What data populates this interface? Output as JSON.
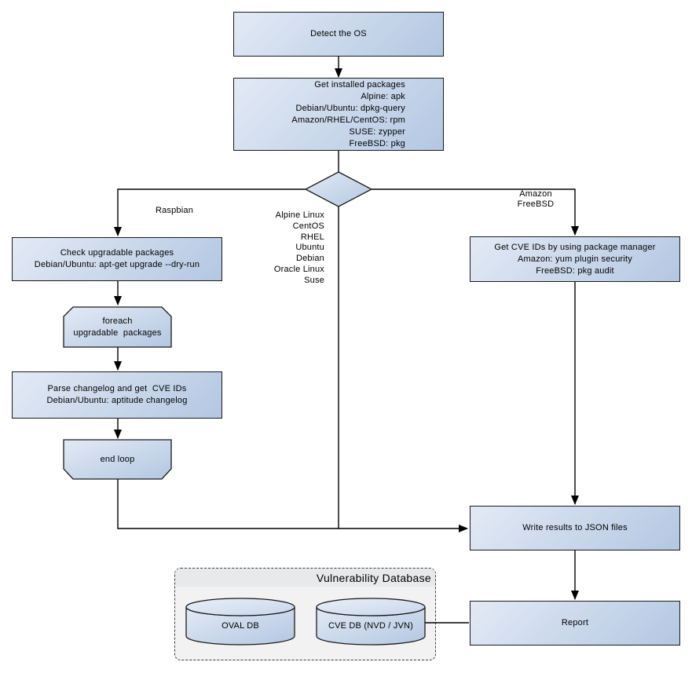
{
  "nodes": {
    "detect_os": {
      "label": "Detect the OS"
    },
    "get_installed_packages": {
      "label": "Get installed packages\nAlpine: apk\nDebian/Ubuntu: dpkg-query\nAmazon/RHEL/CentOS: rpm\nSUSE: zypper\nFreeBSD: pkg"
    },
    "check_upgradable": {
      "label": "Check upgradable packages\nDebian/Ubuntu: apt-get upgrade --dry-run"
    },
    "foreach_loop": {
      "label": "foreach\nupgradable  packages"
    },
    "parse_changelog": {
      "label": "Parse changelog and get  CVE IDs\nDebian/Ubuntu: aptitude changelog"
    },
    "end_loop": {
      "label": "end loop"
    },
    "get_cve_ids": {
      "label": "Get CVE IDs by using package manager\nAmazon: yum plugin security\nFreeBSD: pkg audit"
    },
    "write_results": {
      "label": "Write results to JSON files"
    },
    "report": {
      "label": "Report"
    },
    "oval_db": {
      "label": "OVAL DB"
    },
    "cve_db": {
      "label": "CVE DB (NVD / JVN)"
    }
  },
  "edge_labels": {
    "raspbian": "Raspbian",
    "os_list": "Alpine Linux\nCentOS\nRHEL\nUbuntu\nDebian\nOracle Linux\nSuse",
    "amazon_freebsd": "Amazon\nFreeBSD"
  },
  "database_container": {
    "title": "Vulnerability Database"
  },
  "colors": {
    "node_fill_top_left": "#e3eaf5",
    "node_fill_bottom_right": "#b3c7e2",
    "shape_border": "#1a1a1a",
    "connector": "#000000",
    "container_fill": "#f2f2f3",
    "container_header_fill": "#e8e9eb",
    "container_border": "#3c3c3c",
    "text": "#000000"
  }
}
